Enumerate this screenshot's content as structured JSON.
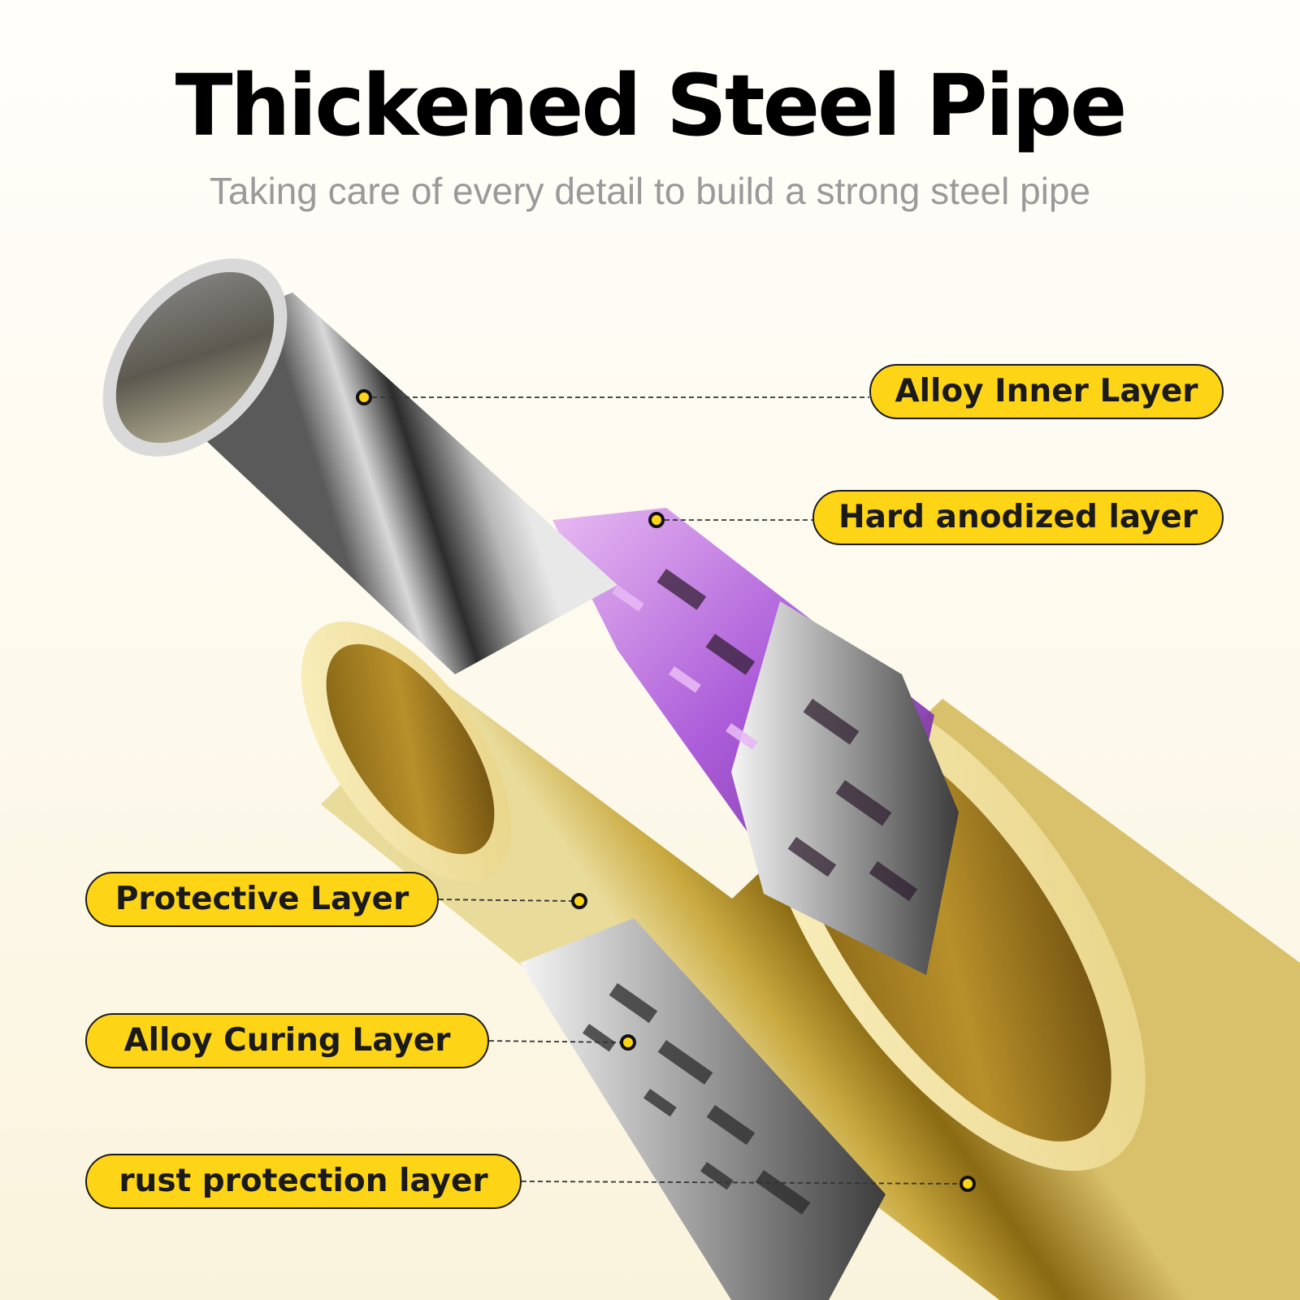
{
  "header": {
    "title": "Thickened Steel Pipe",
    "subtitle": "Taking care of every detail to build a strong steel pipe"
  },
  "callouts": [
    {
      "id": "alloy-inner",
      "label": "Alloy Inner Layer"
    },
    {
      "id": "hard-anodized",
      "label": "Hard anodized layer"
    },
    {
      "id": "protective",
      "label": "Protective Layer"
    },
    {
      "id": "alloy-curing",
      "label": "Alloy Curing Layer"
    },
    {
      "id": "rust-protection",
      "label": "rust protection layer"
    }
  ],
  "colors": {
    "callout_fill": "#fed516",
    "callout_border": "#1a1a1a",
    "steel": "#9a9a9a",
    "gold": "#c9a93f",
    "anodized": "#b45bdc"
  }
}
